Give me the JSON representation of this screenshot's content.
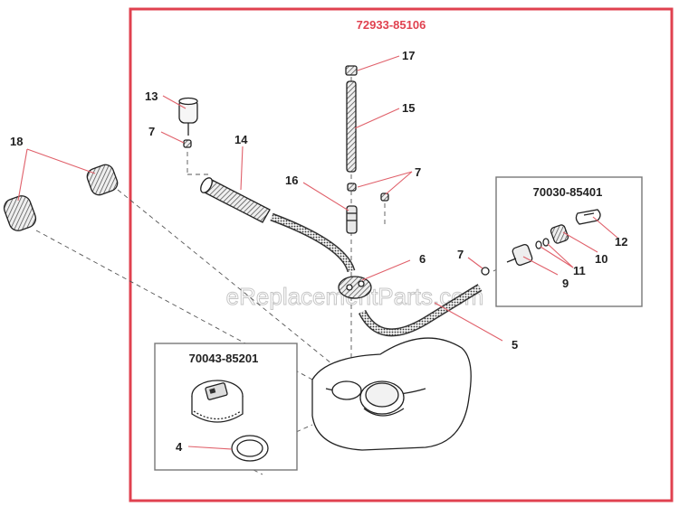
{
  "assembly": {
    "part_number": "72933-85106",
    "border_color": "#e0414f"
  },
  "kits": [
    {
      "id": "fuel-cap-kit",
      "part_number": "70043-85201"
    },
    {
      "id": "fuel-line-fitting-kit",
      "part_number": "70030-85401"
    }
  ],
  "callouts": {
    "c4": "4",
    "c5": "5",
    "c6": "6",
    "c7a": "7",
    "c7b": "7",
    "c7c": "7",
    "c9": "9",
    "c10": "10",
    "c11": "11",
    "c12": "12",
    "c13": "13",
    "c14": "14",
    "c15": "15",
    "c16": "16",
    "c17": "17",
    "c18": "18"
  },
  "watermark": "eReplacementParts.com"
}
